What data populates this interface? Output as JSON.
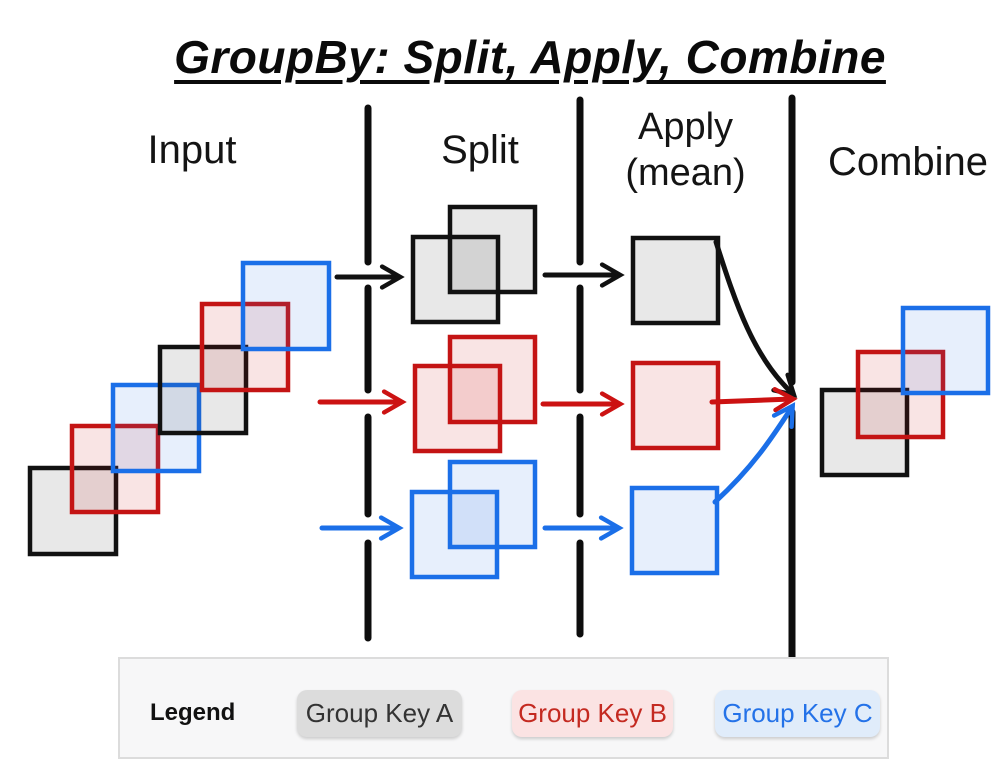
{
  "title": "GroupBy: Split, Apply, Combine",
  "columns": {
    "input": "Input",
    "split": "Split",
    "apply_line1": "Apply",
    "apply_line2": "(mean)",
    "combine": "Combine"
  },
  "legend": {
    "title": "Legend",
    "items": [
      {
        "label": "Group Key A",
        "text_color": "#333333",
        "bg_color": "#dcdcdc"
      },
      {
        "label": "Group Key B",
        "text_color": "#c42a21",
        "bg_color": "#fbe3e3"
      },
      {
        "label": "Group Key C",
        "text_color": "#2472e8",
        "bg_color": "#e0ecfa"
      }
    ]
  },
  "colors": {
    "group_a_stroke": "#111111",
    "group_a_fill": "#e6e6e6",
    "group_b_stroke": "#c41414",
    "group_b_fill": "#f9e5e5",
    "group_c_stroke": "#1b6fe8",
    "group_c_fill": "#e7f0fc",
    "divider": "#0d0d0d",
    "legend_panel_bg": "#f7f7f8",
    "legend_panel_border": "#dcdcdc"
  },
  "structure": {
    "operation": "GroupBy",
    "apply_function": "mean",
    "stages": [
      "Input",
      "Split",
      "Apply (mean)",
      "Combine"
    ],
    "input_sequence": [
      "A",
      "B",
      "C",
      "A",
      "B",
      "C"
    ],
    "groups": [
      {
        "key": "A",
        "split_count": 2,
        "apply_result_count": 1
      },
      {
        "key": "B",
        "split_count": 2,
        "apply_result_count": 1
      },
      {
        "key": "C",
        "split_count": 2,
        "apply_result_count": 1
      }
    ]
  }
}
